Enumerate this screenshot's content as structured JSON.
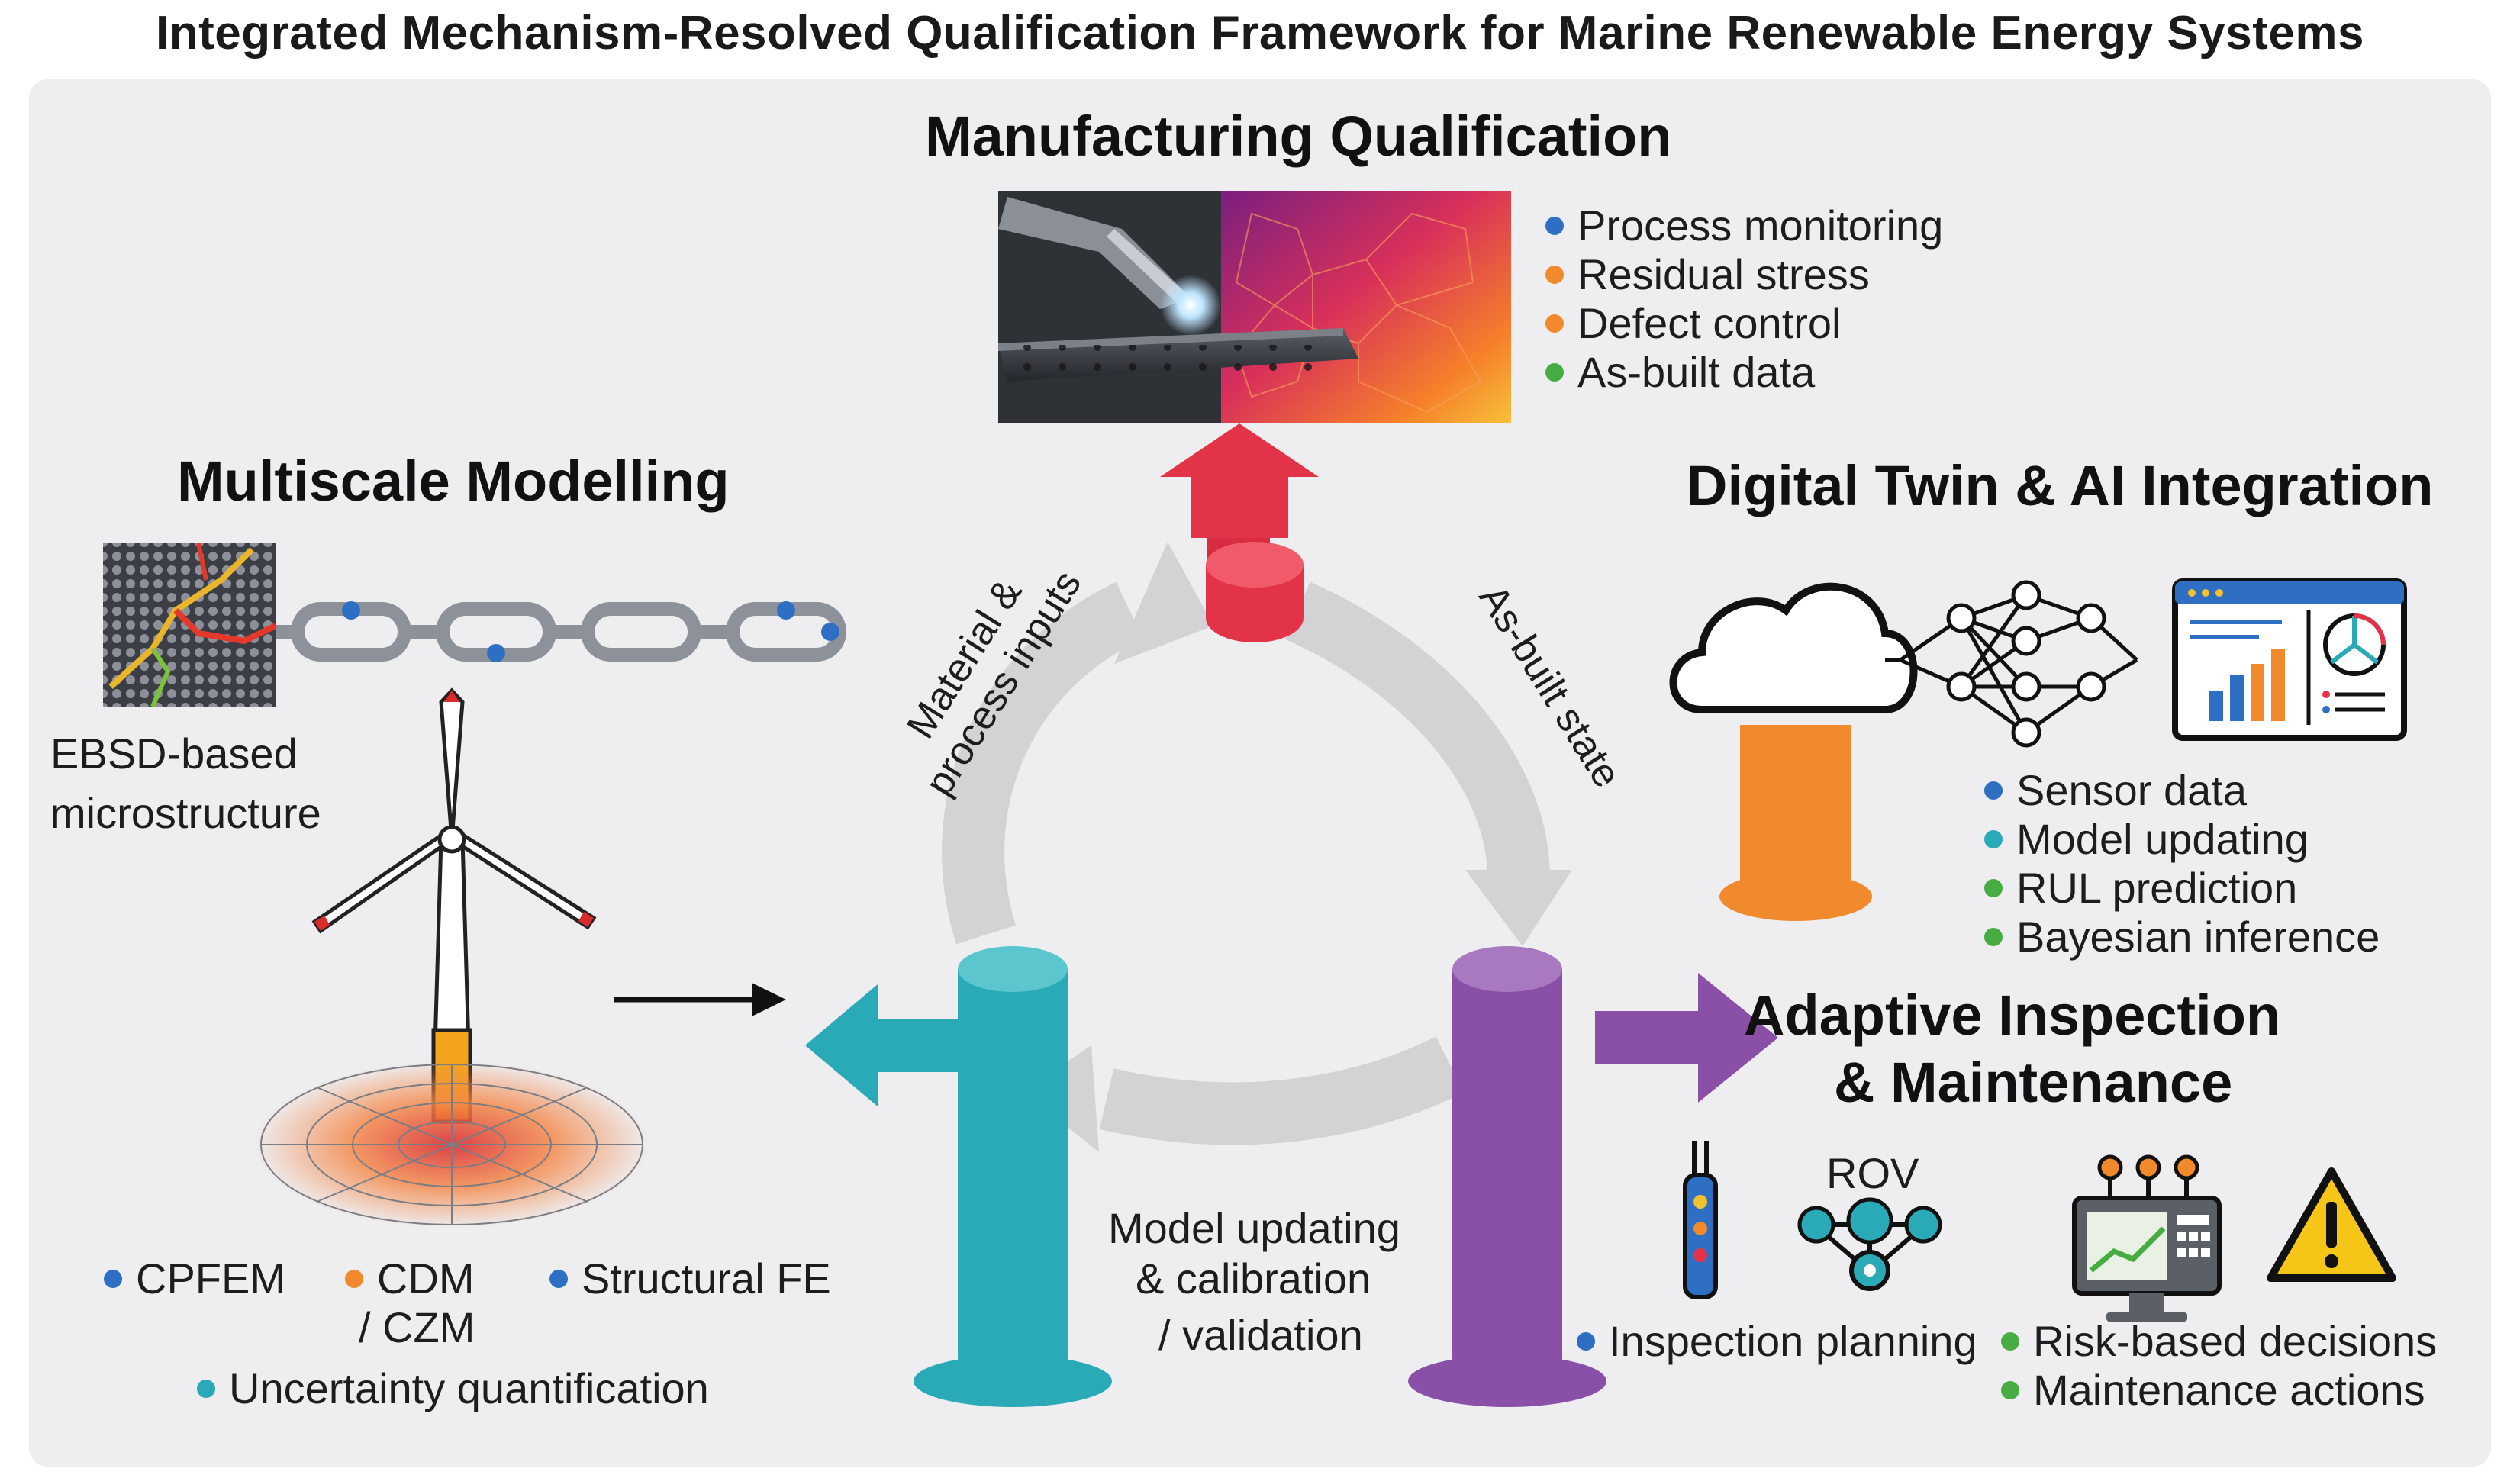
{
  "title": "Integrated Mechanism-Resolved Qualification Framework for Marine Renewable Energy Systems",
  "colors": {
    "blue": "#2e6fc4",
    "orange": "#f08a2c",
    "green": "#47ad42",
    "teal": "#2aaab7",
    "red": "#e33348",
    "purple": "#8a4fa6",
    "arrow_gray": "#d6d6d8"
  },
  "manufacturing": {
    "heading": "Manufacturing Qualification",
    "bullets": [
      {
        "text": "Process monitoring",
        "color": "#2e6fc4"
      },
      {
        "text": "Residual stress",
        "color": "#f08a2c"
      },
      {
        "text": "Defect control",
        "color": "#f08a2c"
      },
      {
        "text": "As-built data",
        "color": "#47ad42"
      }
    ]
  },
  "multiscale": {
    "heading": "Multiscale Modelling",
    "ebsd_label_line1": "EBSD-based",
    "ebsd_label_line2": "microstructure",
    "bullets": {
      "cpfem": {
        "text": "CPFEM",
        "color": "#2e6fc4"
      },
      "cdm_line1": {
        "text": "CDM",
        "color": "#f08a2c"
      },
      "cdm_line2": "/ CZM",
      "structural": {
        "text": "Structural FE",
        "color": "#2e6fc4"
      },
      "uq": {
        "text": "Uncertainty quantification",
        "color": "#2aaab7"
      }
    }
  },
  "digital_twin": {
    "heading": "Digital Twin & AI Integration",
    "bullets": [
      {
        "text": "Sensor data",
        "color": "#2e6fc4"
      },
      {
        "text": "Model updating",
        "color": "#2aaab7"
      },
      {
        "text": "RUL prediction",
        "color": "#47ad42"
      },
      {
        "text": "Bayesian inference",
        "color": "#47ad42"
      }
    ]
  },
  "adaptive": {
    "heading_line1": "Adaptive Inspection",
    "heading_line2": "& Maintenance",
    "rov_label": "ROV",
    "bullets": {
      "planning": {
        "text": "Inspection planning",
        "color": "#2e6fc4"
      },
      "risk": {
        "text": "Risk-based decisions",
        "color": "#47ad42"
      },
      "actions": {
        "text": "Maintenance actions",
        "color": "#47ad42"
      }
    }
  },
  "cycle": {
    "material_line1": "Material &",
    "material_line2": "process inputs",
    "asbuilt": "As-built state",
    "model_line1": "Model updating",
    "model_line2": "& calibration",
    "model_line3": "/ validation"
  }
}
